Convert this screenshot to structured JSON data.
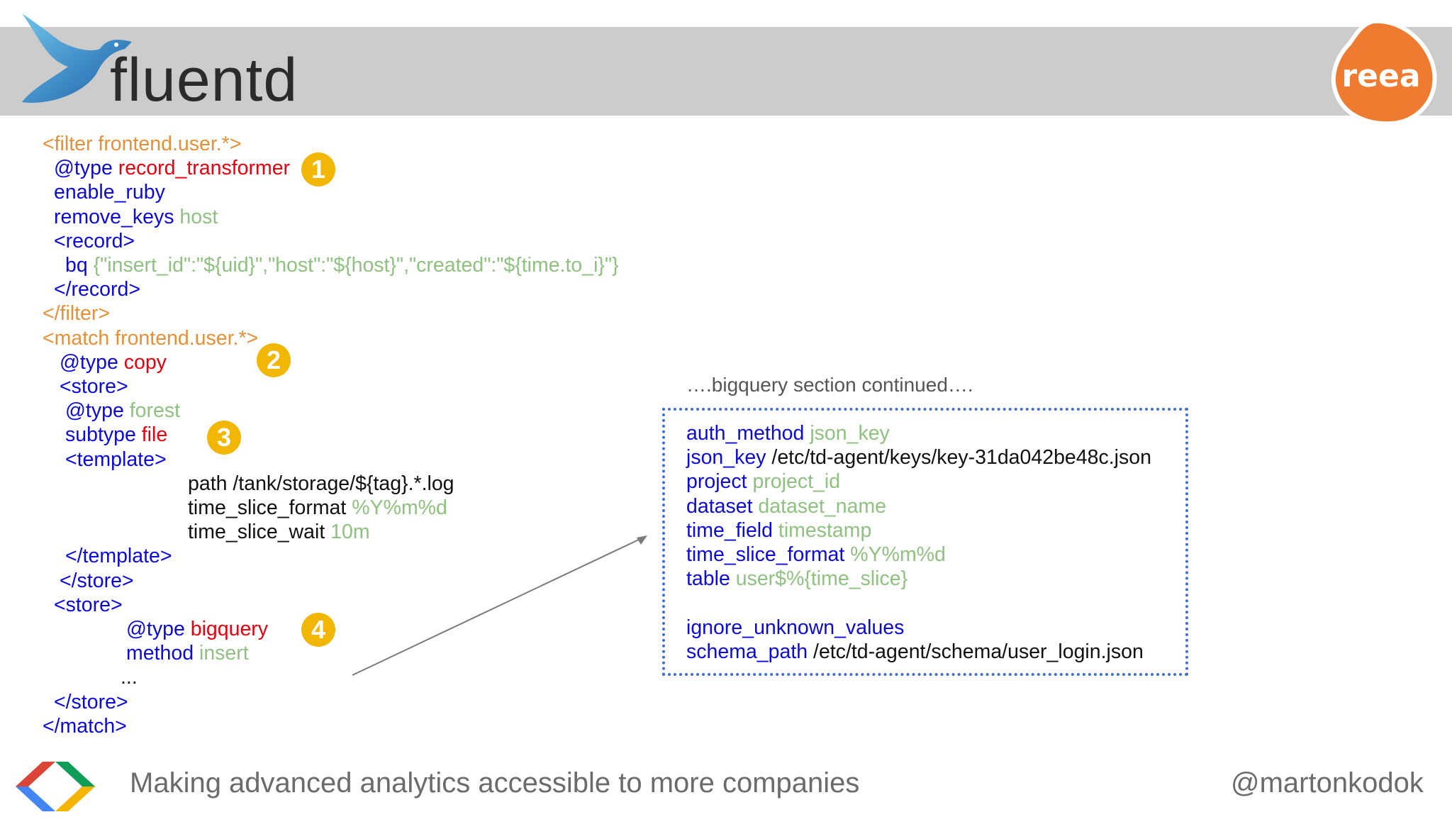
{
  "header": {
    "brand": "fluentd",
    "right_logo_text": "reea",
    "icons": [
      "fluentd-bird-icon",
      "reea-logo-icon"
    ]
  },
  "colors": {
    "tag": "#e69138",
    "keyword": "#0b0ad8",
    "type_value": "#e8000e",
    "value": "#8fc180",
    "badge": "#f2b705",
    "header_bg": "#cccccc",
    "dotted_border": "#3f6fd1"
  },
  "left_code": [
    [
      {
        "t": "<filter frontend.user.*>",
        "c": "or"
      }
    ],
    [
      {
        "t": "@type ",
        "c": "bl"
      },
      {
        "t": "record_transformer",
        "c": "rd"
      }
    ],
    [
      {
        "t": "enable_ruby",
        "c": "bl"
      }
    ],
    [
      {
        "t": "remove_keys ",
        "c": "bl"
      },
      {
        "t": "host",
        "c": "gr"
      }
    ],
    [
      {
        "t": "<record>",
        "c": "bl"
      }
    ],
    [
      {
        "t": "bq ",
        "c": "bl"
      },
      {
        "t": "{\"insert_id\":\"${uid}\",\"host\":\"${host}\",\"created\":\"${time.to_i}\"}",
        "c": "gr"
      }
    ],
    [
      {
        "t": "</record>",
        "c": "bl"
      }
    ],
    [
      {
        "t": "</filter>",
        "c": "or"
      }
    ],
    [
      {
        "t": "<match frontend.user.*>",
        "c": "or"
      }
    ],
    [
      {
        "t": "@type ",
        "c": "bl"
      },
      {
        "t": "copy",
        "c": "rd"
      }
    ],
    [
      {
        "t": "<store>",
        "c": "bl"
      }
    ],
    [
      {
        "t": "@type ",
        "c": "bl"
      },
      {
        "t": "forest",
        "c": "gr"
      }
    ],
    [
      {
        "t": "subtype ",
        "c": "bl"
      },
      {
        "t": "file",
        "c": "rd"
      }
    ],
    [
      {
        "t": "<template>",
        "c": "bl"
      }
    ],
    [
      {
        "t": "path /tank/storage/${tag}.*.log",
        "c": "bk"
      }
    ],
    [
      {
        "t": "time_slice_format ",
        "c": "bk"
      },
      {
        "t": "%Y%m%d",
        "c": "gr"
      }
    ],
    [
      {
        "t": "time_slice_wait ",
        "c": "bk"
      },
      {
        "t": "10m",
        "c": "gr"
      }
    ],
    [
      {
        "t": "</template>",
        "c": "bl"
      }
    ],
    [
      {
        "t": "</store>",
        "c": "bl"
      }
    ],
    [
      {
        "t": "<store>",
        "c": "bl"
      }
    ],
    [
      {
        "t": "@type ",
        "c": "bl"
      },
      {
        "t": "bigquery",
        "c": "rd"
      }
    ],
    [
      {
        "t": "method ",
        "c": "bl"
      },
      {
        "t": "insert",
        "c": "gr"
      }
    ],
    [
      {
        "t": "...",
        "c": "bk"
      }
    ],
    [
      {
        "t": "</store>",
        "c": "bl"
      }
    ],
    [
      {
        "t": "</match>",
        "c": "bl"
      }
    ]
  ],
  "badges": [
    "1",
    "2",
    "3",
    "4"
  ],
  "bigquery_caption": "….bigquery section continued….",
  "right_code": [
    [
      {
        "t": "auth_method ",
        "c": "bl"
      },
      {
        "t": "json_key",
        "c": "gr"
      }
    ],
    [
      {
        "t": "json_key ",
        "c": "bl"
      },
      {
        "t": "/etc/td-agent/keys/key-31da042be48c.json",
        "c": "bk"
      }
    ],
    [
      {
        "t": "project ",
        "c": "bl"
      },
      {
        "t": "project_id",
        "c": "gr"
      }
    ],
    [
      {
        "t": "dataset ",
        "c": "bl"
      },
      {
        "t": "dataset_name",
        "c": "gr"
      }
    ],
    [
      {
        "t": "time_field ",
        "c": "bl"
      },
      {
        "t": "timestamp",
        "c": "gr"
      }
    ],
    [
      {
        "t": "time_slice_format ",
        "c": "bl"
      },
      {
        "t": "%Y%m%d",
        "c": "gr"
      }
    ],
    [
      {
        "t": "table ",
        "c": "bl"
      },
      {
        "t": "user$%{time_slice}",
        "c": "gr"
      }
    ],
    [],
    [
      {
        "t": "ignore_unknown_values",
        "c": "bl"
      }
    ],
    [
      {
        "t": "schema_path ",
        "c": "bl"
      },
      {
        "t": "/etc/td-agent/schema/user_login.json",
        "c": "bk"
      }
    ]
  ],
  "footer": {
    "tagline": "Making advanced analytics  accessible to more companies",
    "handle": "@martonkodok",
    "icon": "google-developers-logo-icon"
  }
}
